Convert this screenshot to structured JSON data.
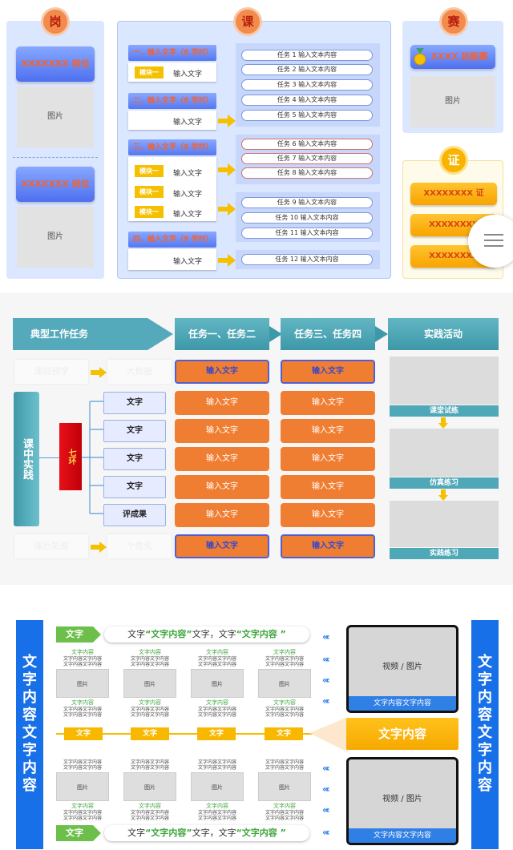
{
  "section1": {
    "badges": [
      "岗",
      "课",
      "赛",
      "证"
    ],
    "posts": [
      "XXXXXXX 岗位",
      "XXXXXXX 岗位"
    ],
    "image_label": "图片",
    "award": "XXXX 技能赛",
    "certs": [
      "XXXXXXXX 证",
      "XXXXXXXX",
      "XXXXXXXX"
    ],
    "units": [
      {
        "title": "一、输入文字（8 学时）",
        "rows": [
          {
            "tag": "模块一",
            "text": "输入文字"
          }
        ]
      },
      {
        "title": "二、输入文字（8 学时）",
        "rows": [
          {
            "tag": "",
            "text": "输入文字"
          }
        ]
      },
      {
        "title": "三、输入文字（8 学时）",
        "rows": [
          {
            "tag": "模块一",
            "text": "输入文字"
          },
          {
            "tag": "模块一",
            "text": "输入文字"
          },
          {
            "tag": "模块一",
            "text": "输入文字"
          }
        ]
      },
      {
        "title": "四、输入文字（8 学时）",
        "rows": [
          {
            "tag": "",
            "text": "输入文字"
          }
        ]
      }
    ],
    "tasks": [
      "任务 1  输入文本内容",
      "任务 2  输入文本内容",
      "任务 3  输入文本内容",
      "任务 4  输入文本内容",
      "任务 5  输入文本内容",
      "任务 6  输入文本内容",
      "任务 7  输入文本内容",
      "任务 8  输入文本内容",
      "任务 9  输入文本内容",
      "任务 10  输入文本内容",
      "任务 11  输入文本内容",
      "任务 12  输入文本内容"
    ]
  },
  "section2": {
    "headers": [
      "典型工作任务",
      "任务一、任务二",
      "任务三、任务四",
      "实践活动"
    ],
    "ghost_left": [
      "课前预学",
      "课后拓展"
    ],
    "ghost_mid": [
      "大数据",
      "个性化"
    ],
    "side_label": "课中实践",
    "red_label": "七环",
    "steps": [
      "文字",
      "文字",
      "文字",
      "文字",
      "评成果"
    ],
    "input_text": "输入文字",
    "practice": [
      "课堂试练",
      "仿真练习",
      "实践练习"
    ]
  },
  "section3": {
    "side_text": "文字内容文字内容",
    "tag": "文字",
    "quote": {
      "a": "文字",
      "b": "“文字内容”",
      "c": "文字，文字",
      "d": "“文字内容 ”"
    },
    "card_title": "文字内容",
    "card_sub": "文字内容文字内容",
    "card_pic": "图片",
    "mid_tags": [
      "文字",
      "文字",
      "文字",
      "文字"
    ],
    "center_label": "文字内容",
    "video_label": "视频 / 图片",
    "video_caption": "文字内容文字内容"
  }
}
